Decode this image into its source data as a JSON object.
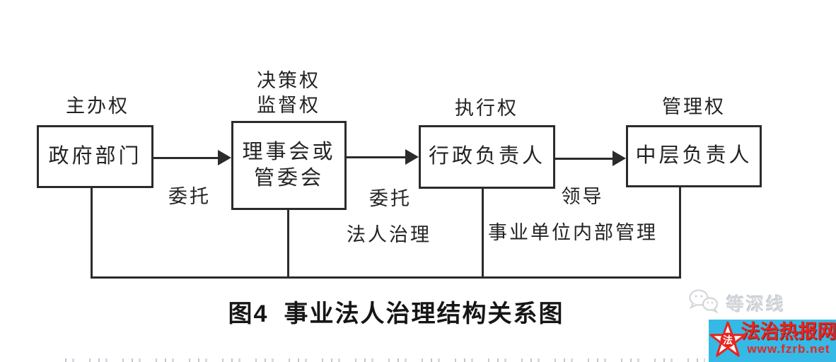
{
  "diagram": {
    "nodes": [
      {
        "power": "主办权",
        "label": "政府部门"
      },
      {
        "power_line1": "决策权",
        "power_line2": "监督权",
        "label_line1": "理事会或",
        "label_line2": "管委会"
      },
      {
        "power": "执行权",
        "label": "行政负责人"
      },
      {
        "power": "管理权",
        "label": "中层负责人"
      }
    ],
    "edges": [
      {
        "label": "委托"
      },
      {
        "label": "委托"
      },
      {
        "label": "领导"
      }
    ],
    "section_labels": {
      "governance": "法人治理",
      "internal": "事业单位内部管理"
    },
    "caption_prefix": "图4",
    "caption_text": "事业法人治理结构关系图"
  },
  "watermark": {
    "label": "等深线",
    "icon": "wechat-chat-bubbles-icon"
  },
  "footer_logo": {
    "site_name": "法治热报网",
    "site_url": "www.fzrb.net",
    "star_char": "法",
    "bg_color": "#35b9e6",
    "text_color": "#e8251f"
  },
  "colors": {
    "line": "#2b2b2b",
    "watermark_gray": "#d3d6da"
  }
}
